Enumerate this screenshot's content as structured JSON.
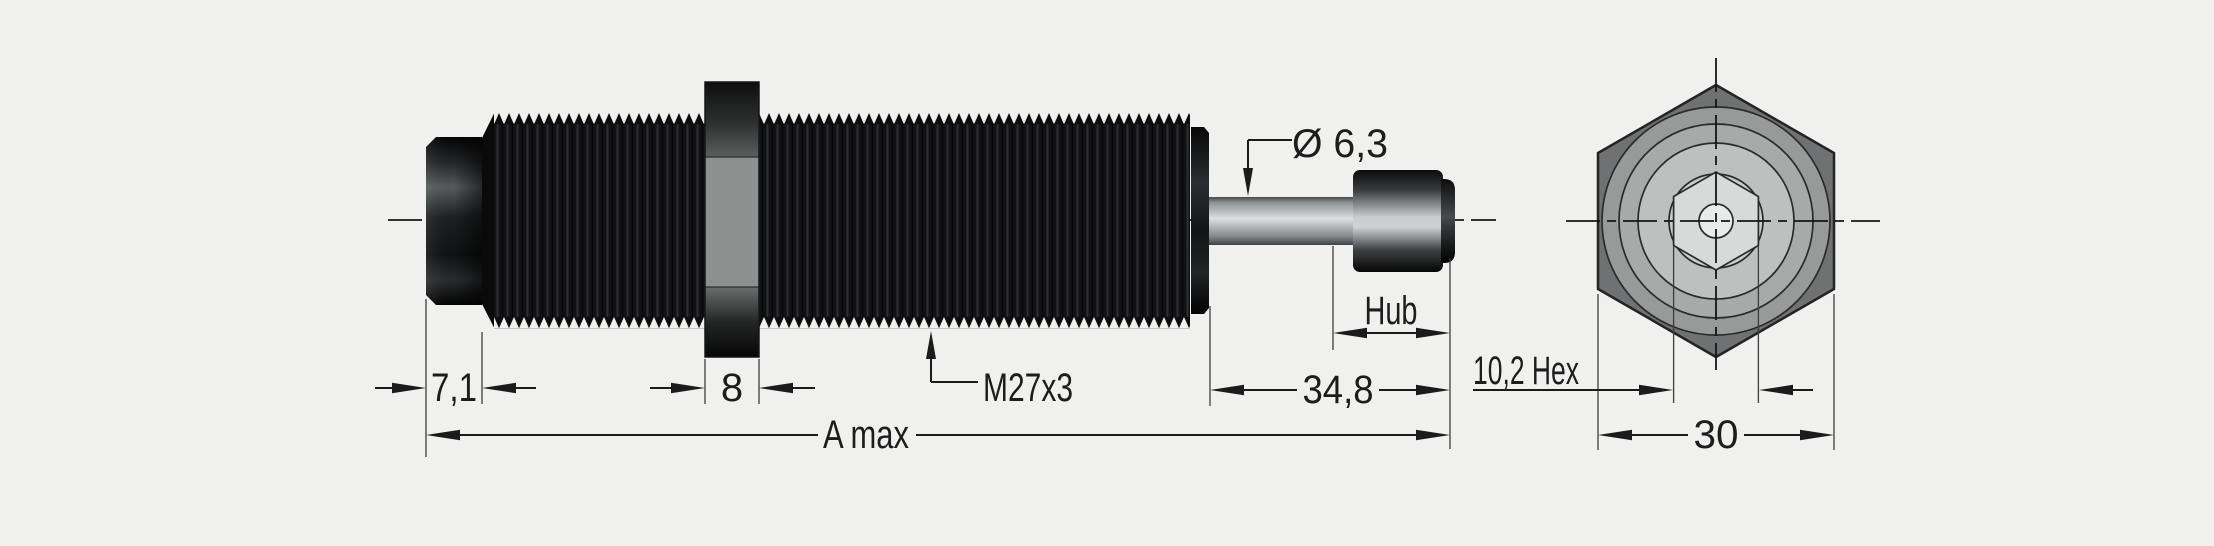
{
  "drawing": {
    "kind": "shock-absorber-dimension-drawing",
    "views": {
      "side": "side-view",
      "end": "end-view"
    }
  },
  "dimensions": {
    "cap_width": "7,1",
    "nut_width": "8",
    "overall_length": "A max",
    "thread_designation": "M27x3",
    "rod_diameter": "Ø 6,3",
    "stroke_label": "Hub",
    "rod_length": "34,8",
    "socket_hex": "10,2 Hex",
    "hex_width_across_flats": "30"
  },
  "colors": {
    "background": "#f0f1ef",
    "line": "#1b1b1b",
    "body_black": "#121214",
    "nut_gray": "#8e9090",
    "hex_face_gray": "#6f7172",
    "rod_highlight": "#dcdedf"
  }
}
